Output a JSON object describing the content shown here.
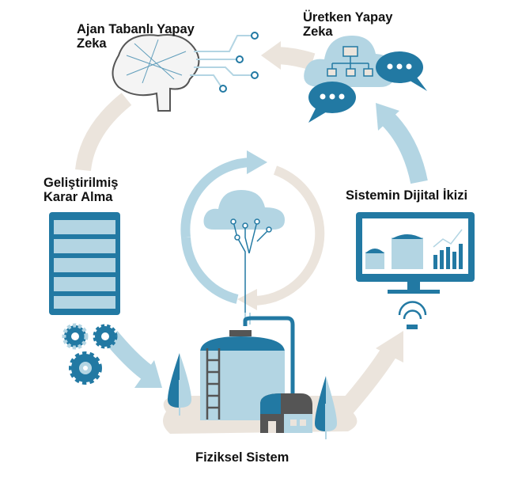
{
  "labels": {
    "agent_ai": "Ajan Tabanlı Yapay Zeka",
    "generative_ai": "Üretken Yapay Zeka",
    "decision_making": "Geliştirilmiş Karar Alma",
    "digital_twin": "Sistemin Dijital İkizi",
    "physical_system": "Fiziksel Sistem"
  },
  "colors": {
    "dark_blue": "#2279a3",
    "light_blue": "#b3d5e3",
    "beige": "#ebe4dc",
    "dark_gray": "#4d4d4d"
  }
}
